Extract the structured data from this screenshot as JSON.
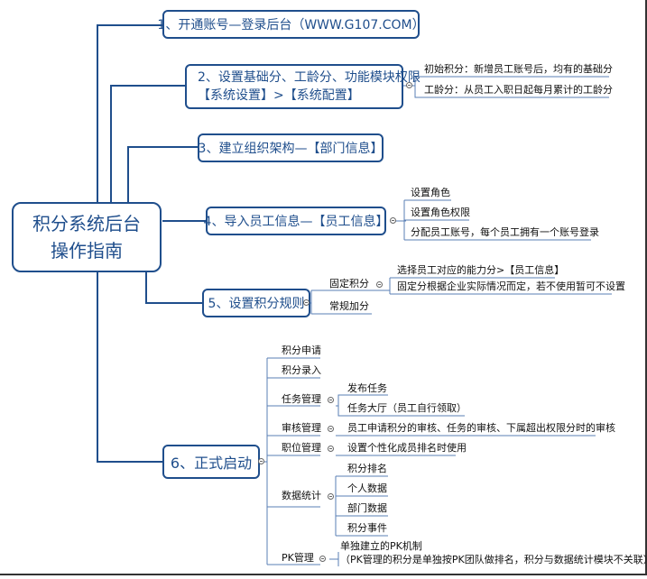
{
  "root": {
    "line1": "积分系统后台",
    "line2": "操作指南"
  },
  "topics": [
    {
      "label": "1、开通账号—登录后台（WWW.G107.COM）"
    },
    {
      "line1": "2、设置基础分、工龄分、功能模块权限",
      "line2": "【系统设置】>【系统配置】",
      "children": [
        "初始积分：新增员工账号后，均有的基础分",
        "工龄分：从员工入职日起每月累计的工龄分"
      ]
    },
    {
      "label": "3、建立组织架构—【部门信息】"
    },
    {
      "label": "4、导入员工信息—【员工信息】",
      "children": [
        "设置角色",
        "设置角色权限",
        "分配员工账号，每个员工拥有一个账号登录"
      ]
    },
    {
      "label": "5、设置积分规则",
      "children": [
        {
          "label": "固定积分",
          "details": [
            "选择员工对应的能力分>【员工信息】",
            "固定分根据企业实际情况而定，若不使用暂可不设置"
          ]
        },
        {
          "label": "常规加分"
        }
      ]
    },
    {
      "label": "6、正式启动",
      "children": [
        {
          "label": "积分申请"
        },
        {
          "label": "积分录入"
        },
        {
          "label": "任务管理",
          "subs": [
            "发布任务",
            "任务大厅（员工自行领取）"
          ]
        },
        {
          "label": "审核管理",
          "subs": [
            "员工申请积分的审核、任务的审核、下属超出权限分时的审核"
          ]
        },
        {
          "label": "职位管理",
          "subs": [
            "设置个性化成员排名时使用"
          ]
        },
        {
          "label": "数据统计",
          "subs": [
            "积分排名",
            "个人数据",
            "部门数据",
            "积分事件"
          ]
        },
        {
          "label": "PK管理",
          "subs": [
            "单独建立的PK机制",
            "（PK管理的积分是单独按PK团队做排名，积分与数据统计模块不关联）"
          ]
        }
      ]
    }
  ]
}
